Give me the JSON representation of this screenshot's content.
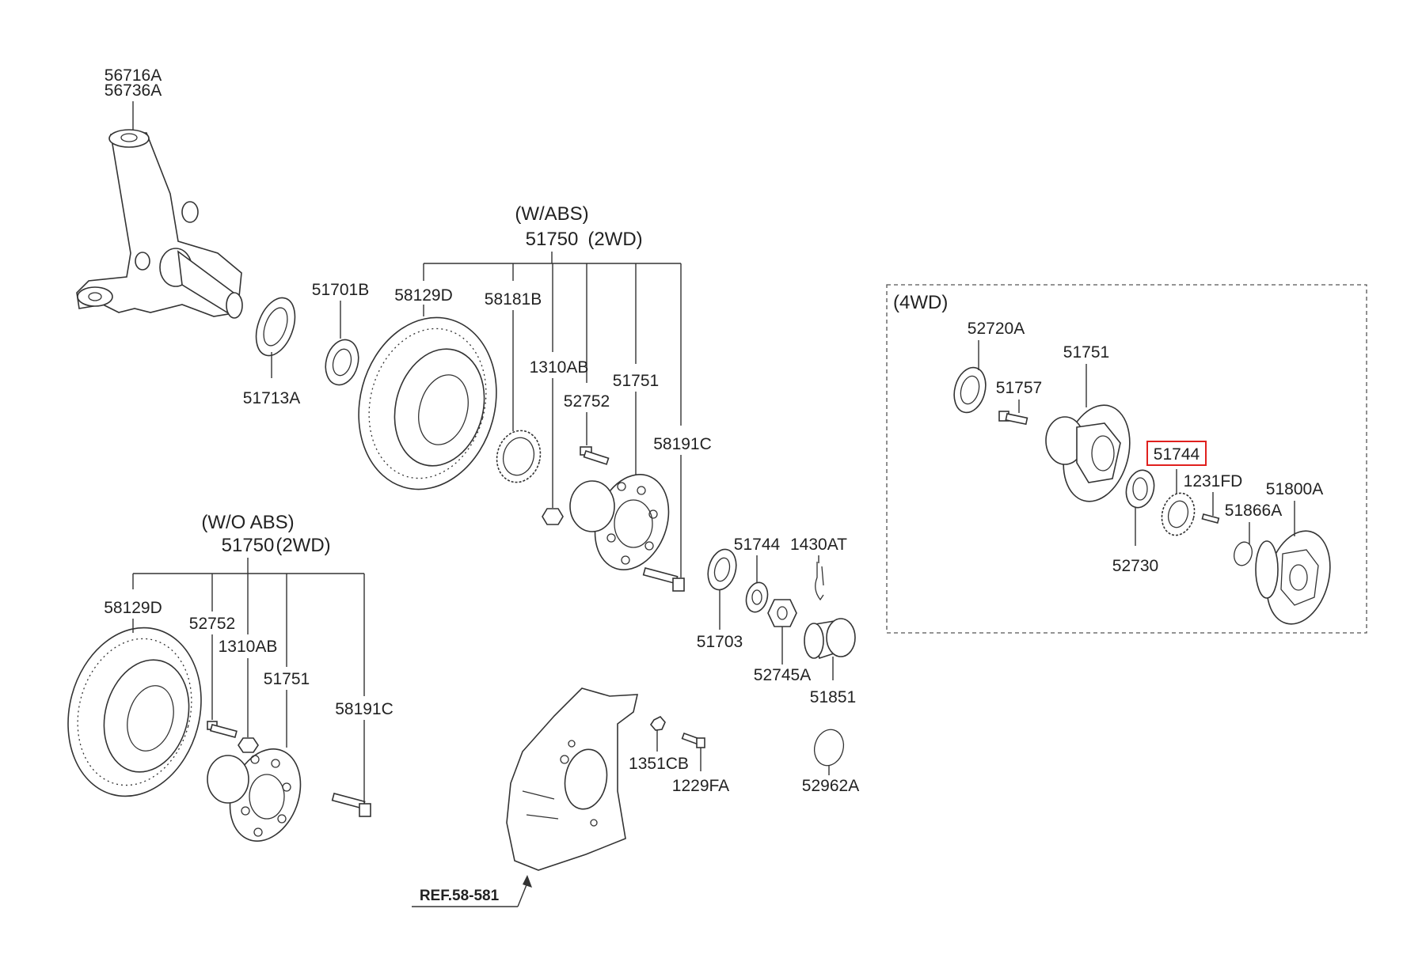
{
  "group_labels": {
    "wabs": "(W/ABS)",
    "wabs_assy": "51750",
    "wabs_drive": "(2WD)",
    "woabs": "(W/O ABS)",
    "woabs_assy": "51750",
    "woabs_drive": "(2WD)",
    "fourwd": "(4WD)"
  },
  "parts": {
    "knuckle_a": "56716A",
    "knuckle_b": "56736A",
    "seal_51713A": "51713A",
    "bearing_51701B": "51701B",
    "disc_58129D": "58129D",
    "ring_58181B": "58181B",
    "nut_1310AB": "1310AB",
    "bolt_52752": "52752",
    "hub_51751": "51751",
    "bolt_58191C": "58191C",
    "washer_51744": "51744",
    "pin_1430AT": "1430AT",
    "bearing_51703": "51703",
    "nut_52745A": "52745A",
    "cap_51851": "51851",
    "nut_1351CB": "1351CB",
    "bolt_1229FA": "1229FA",
    "ring_52962A": "52962A",
    "w_disc_58129D": "58129D",
    "w_bolt_52752": "52752",
    "w_nut_1310AB": "1310AB",
    "w_hub_51751": "51751",
    "w_bolt_58191C": "58191C",
    "f_seal_52720A": "52720A",
    "f_bolt_51757": "51757",
    "f_hub_51751": "51751",
    "f_washer_51744": "51744",
    "f_screw_1231FD": "1231FD",
    "f_hub_51800A": "51800A",
    "f_ring_51866A": "51866A",
    "f_bearing_52730": "52730"
  },
  "reference": "REF.58-581",
  "highlight_color": "#e0201e"
}
